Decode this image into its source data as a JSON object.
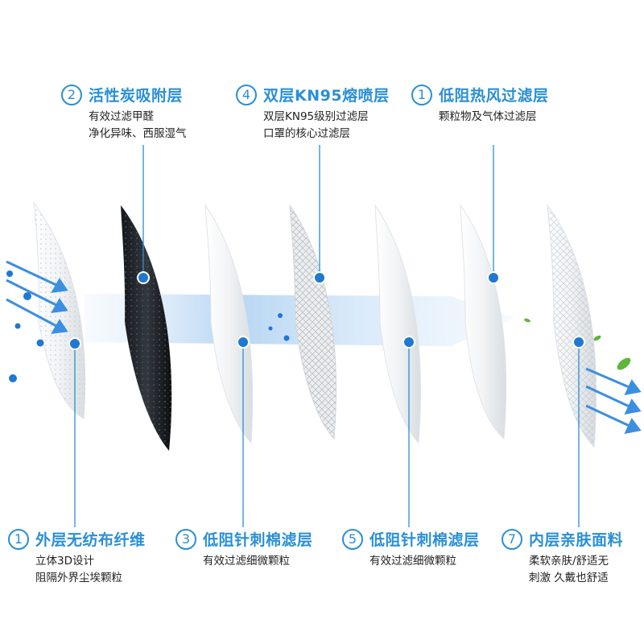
{
  "colors": {
    "accent": "#2a8fd6",
    "arrow": "#3a8fe0",
    "bubble": "#1f78d1",
    "leaf": "#5cb73a",
    "text": "#222222"
  },
  "layers": {
    "l1": {
      "number": "1",
      "title": "外层无纺布纤维",
      "lines": [
        "立体3D设计",
        "阻隔外界尘埃颗粒"
      ]
    },
    "l2": {
      "number": "2",
      "title": "活性炭吸附层",
      "lines": [
        "有效过滤甲醛",
        "净化异味、西服湿气"
      ]
    },
    "l3": {
      "number": "3",
      "title": "低阻针刺棉滤层",
      "lines": [
        "有效过滤细微颗粒"
      ]
    },
    "l4": {
      "number": "4",
      "title": "双层KN95熔喷层",
      "lines": [
        "双层KN95级别过滤层",
        "口罩的核心过滤层"
      ]
    },
    "l5": {
      "number": "5",
      "title": "低阻针刺棉滤层",
      "lines": [
        "有效过滤细微颗粒"
      ]
    },
    "l6": {
      "number": "1",
      "title": "低阻热风过滤层",
      "lines": [
        "颗粒物及气体过滤层"
      ]
    },
    "l7": {
      "number": "7",
      "title": "内层亲肤面料",
      "lines": [
        "柔软亲肤/舒适无",
        "刺激 久戴也舒适"
      ]
    }
  }
}
